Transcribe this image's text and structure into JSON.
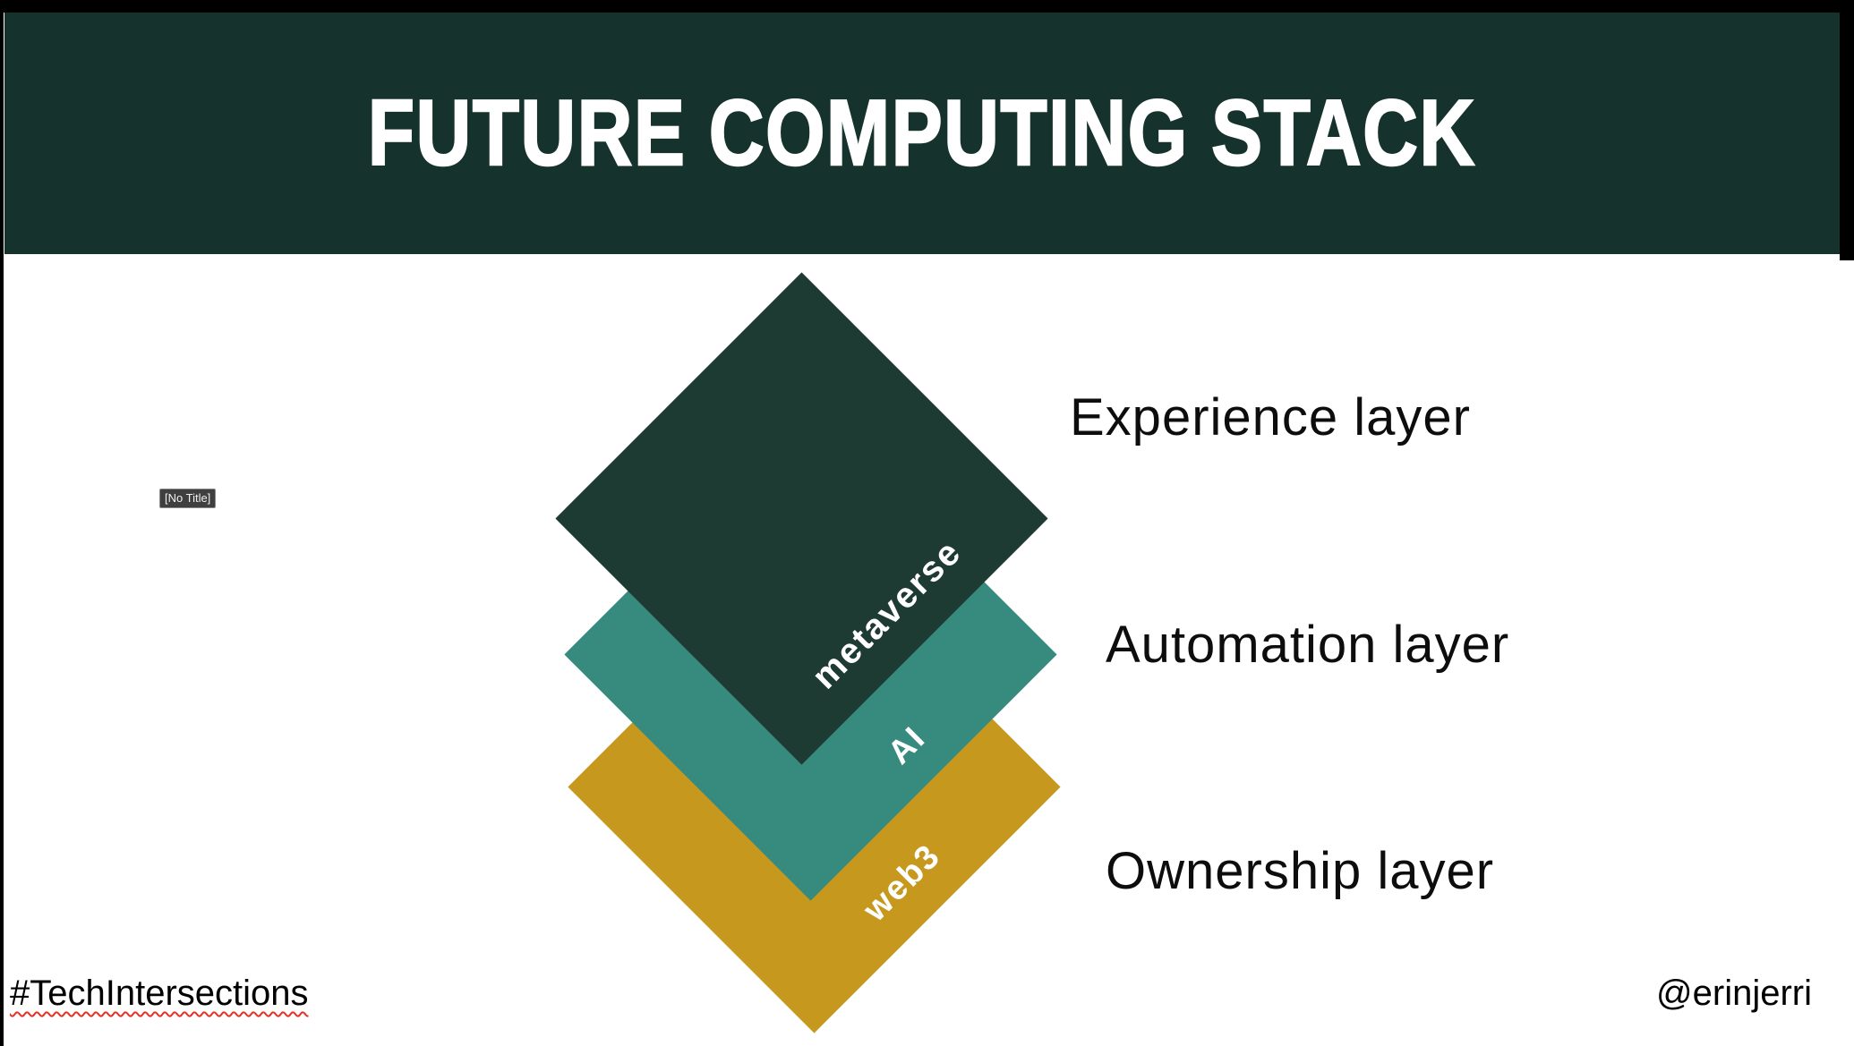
{
  "slide": {
    "title": "FUTURE COMPUTING STACK",
    "tooltip": "[No Title]",
    "footer_left": "#TechIntersections",
    "footer_right": "@erinjerri"
  },
  "stack": {
    "layers": [
      {
        "diamond_label": "metaverse",
        "layer_label": "Experience layer",
        "color": "#1d3b33"
      },
      {
        "diamond_label": "AI",
        "layer_label": "Automation layer",
        "color": "#378a7e"
      },
      {
        "diamond_label": "web3",
        "layer_label": "Ownership layer",
        "color": "#c6981e"
      }
    ]
  },
  "colors": {
    "header_bg": "#16322c",
    "squiggle": "#e63226",
    "text": "#0d0d0d"
  }
}
